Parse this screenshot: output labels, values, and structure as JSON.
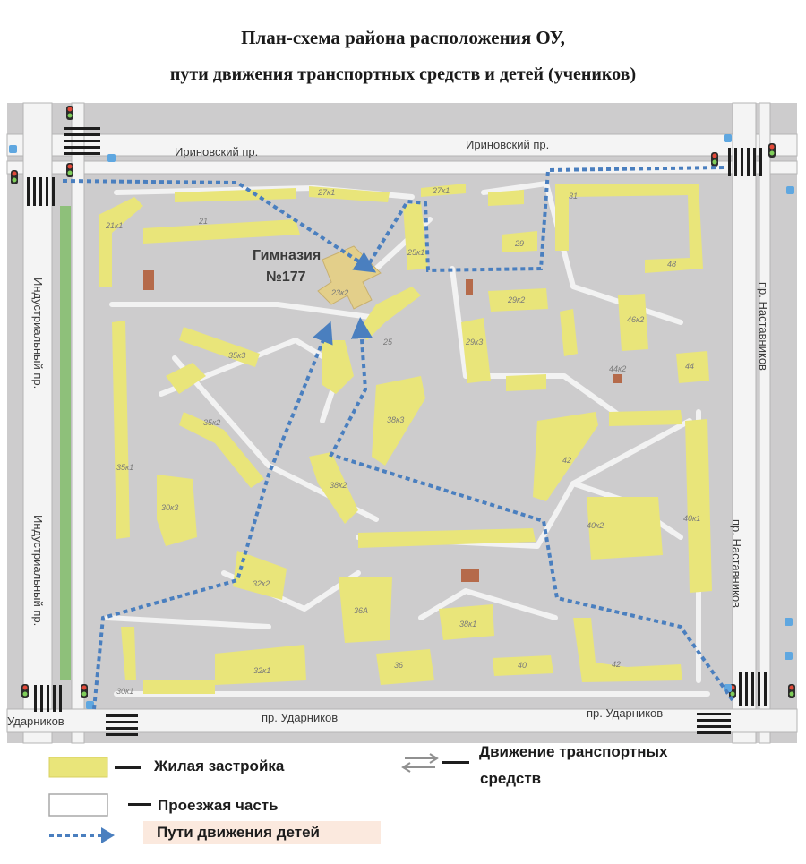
{
  "header": {
    "title_line1": "План-схема района расположения ОУ,",
    "title_line2": "пути движения транспортных средств и детей (учеников)"
  },
  "map": {
    "school_label_line1": "Гимназия",
    "school_label_line2": "№177",
    "streets": {
      "irinovsky_left": "Ириновский пр.",
      "irinovsky_right": "Ириновский пр.",
      "industrialny_top": "Индустриальный пр.",
      "industrialny_bottom": "Индустриальный пр.",
      "nastavnikov_top": "пр. Наставников",
      "nastavnikov_bottom": "пр. Наставников",
      "udarnikov_left": "Ударников",
      "udarnikov_mid": "пр. Ударников",
      "udarnikov_right": "пр. Ударников"
    },
    "buildings": {
      "b21k1": "21к1",
      "b21": "21",
      "b27k1": "27к1",
      "b27k1b": "27к1",
      "b29": "29",
      "b31": "31",
      "b48": "48",
      "b25k1": "25к1",
      "b23k2": "23к2",
      "b29k2": "29к2",
      "b29k3": "29к3",
      "b25": "25",
      "b46k2": "46к2",
      "b44": "44",
      "b44k2": "44к2",
      "b35k3": "35к3",
      "b35k2": "35к2",
      "b35k1": "35к1",
      "b30k3": "30к3",
      "b38k3": "38к3",
      "b38k2": "38к2",
      "b42": "42",
      "b40k2": "40к2",
      "b40k1": "40к1",
      "b32k2": "32к2",
      "b36a": "36А",
      "b38k1": "38к1",
      "b36": "36",
      "b40": "40",
      "b42b": "42",
      "b32k1": "32к1",
      "b30k1": "30к1"
    },
    "colors": {
      "map_bg": "#cdcccd",
      "road": "#f4f4f4",
      "residential": "#e9e57a",
      "green_strip": "#8ec07a",
      "child_path": "#4a7fbf",
      "school_bldg": "#e3cf8a"
    }
  },
  "legend": {
    "residential_label": "Жилая застройка",
    "roadway_label": "Проезжая часть",
    "children_path_label": "Пути движения детей",
    "transport_label_line1": "Движение транспортных",
    "transport_label_line2": "средств"
  }
}
